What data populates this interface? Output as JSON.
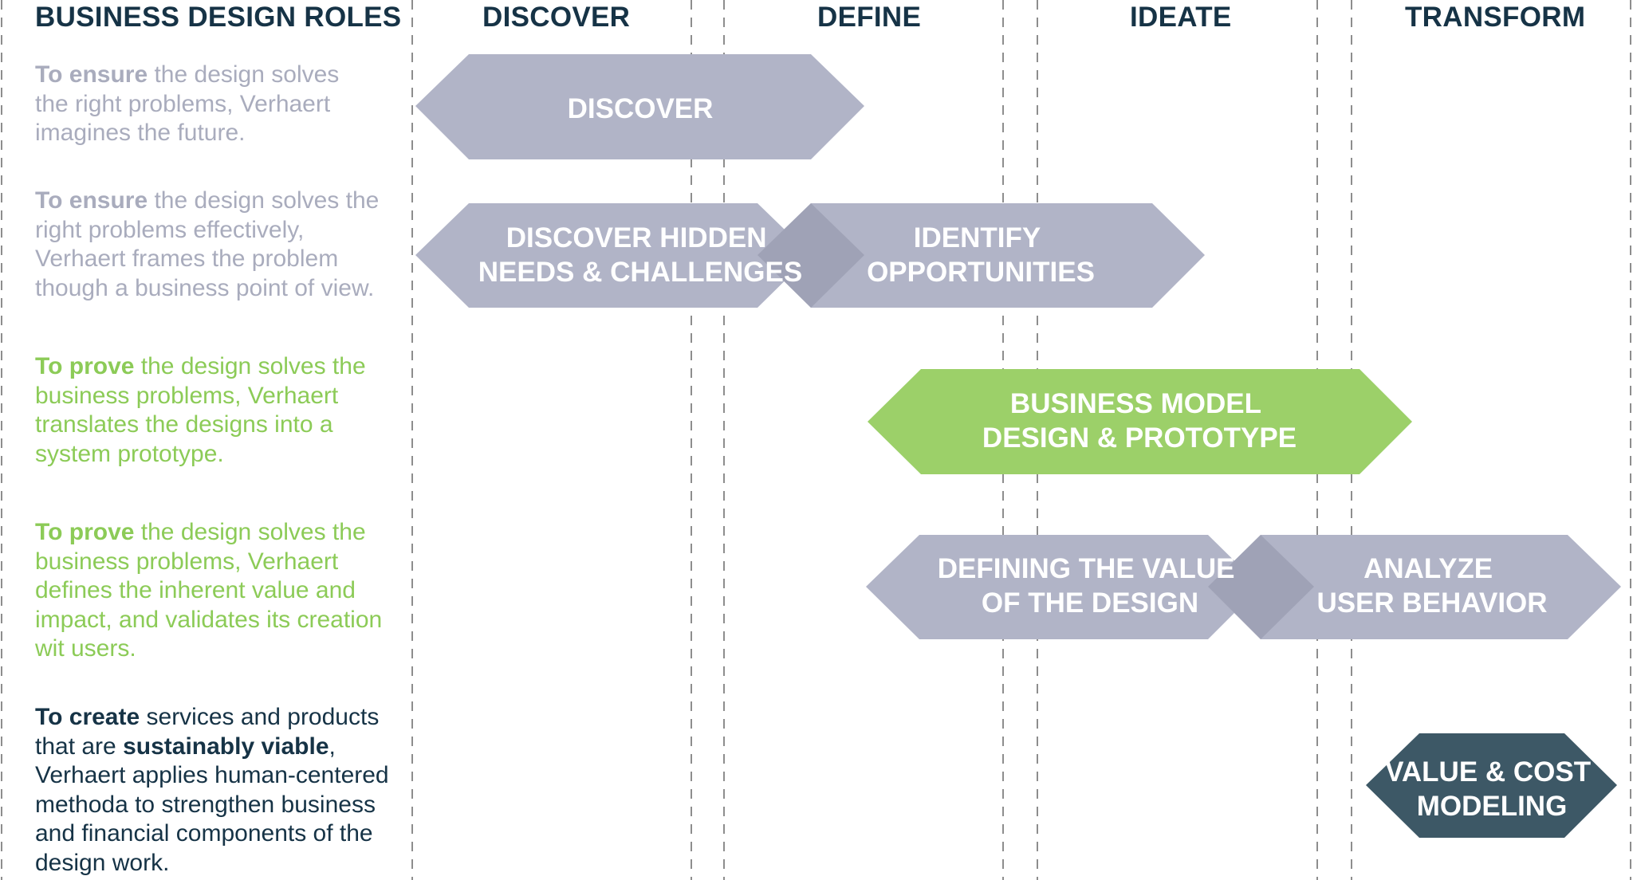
{
  "headers": {
    "roles": "BUSINESS DESIGN ROLES",
    "discover": "DISCOVER",
    "define": "DEFINE",
    "ideate": "IDEATE",
    "transform": "TRANSFORM"
  },
  "roles": [
    {
      "lead": "To ensure",
      "rest": " the design solves the right problems, Verhaert imagines the future."
    },
    {
      "lead": "To ensure",
      "rest": " the design solves the right problems effectively, Verhaert frames the problem though a business point of view."
    },
    {
      "lead": "To prove",
      "rest": " the design solves the business problems, Verhaert translates the designs into a system prototype."
    },
    {
      "lead": "To prove",
      "rest": " the design solves the business problems, Verhaert defines the inherent value and impact, and validates its creation wit users."
    },
    {
      "lead": "To create",
      "mid": " services and products that are ",
      "bold2": "sustainably viable",
      "rest": ", Verhaert applies human-centered methoda to strengthen business and financial components of the design work."
    }
  ],
  "shapes": {
    "discover": [
      "DISCOVER"
    ],
    "hidden_needs": [
      "DISCOVER HIDDEN",
      "NEEDS & CHALLENGES"
    ],
    "opportunities": [
      "IDENTIFY",
      "OPPORTUNITIES"
    ],
    "business_model": [
      "BUSINESS MODEL",
      "DESIGN & PROTOTYPE"
    ],
    "value_design": [
      "DEFINING THE VALUE",
      "OF THE DESIGN"
    ],
    "user_behavior": [
      "ANALYZE",
      "USER BEHAVIOR"
    ],
    "value_cost": [
      "VALUE & COST",
      "MODELING"
    ]
  },
  "colors": {
    "gray_shape": "#b1b4c7",
    "gray_overlap": "#9fa2b6",
    "green_shape": "#9cd069",
    "dark_shape": "#3d5866",
    "header_text": "#163346",
    "divider": "#8d8d8d"
  }
}
